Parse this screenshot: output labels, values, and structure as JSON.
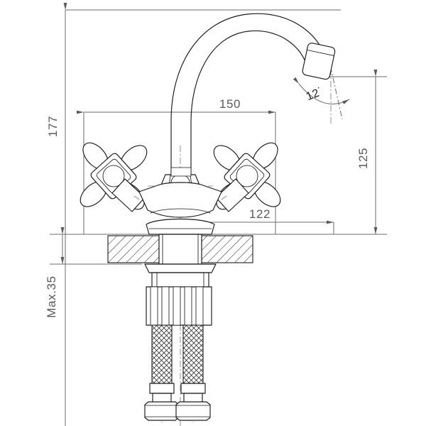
{
  "drawing": {
    "title": "Two-handle swan-neck basin mixer tap dimensioned drawing",
    "type": "engineering-dimension-drawing",
    "projection": "front elevation section",
    "units": "mm",
    "background_color": "#ffffff",
    "object_line_color": "#1a1a1a",
    "dimension_line_color": "#6b6b6b",
    "dimension_text_color": "#5a5a5a"
  },
  "dimensions": {
    "overall_height": {
      "value": "177",
      "label": "177",
      "orientation": "vertical",
      "rotated": true,
      "description": "overall height from mounting surface to top of spout"
    },
    "spout_reach": {
      "value": "150",
      "label": "150",
      "orientation": "horizontal",
      "rotated": false,
      "description": "horizontal spout reach"
    },
    "spout_outlet_height": {
      "value": "125",
      "label": "125",
      "orientation": "vertical",
      "rotated": true,
      "description": "height from mounting surface to spout outlet"
    },
    "handle_spread": {
      "value": "122",
      "label": "122",
      "orientation": "horizontal",
      "rotated": false,
      "description": "distance from centre axis to outer reference"
    },
    "outlet_angle": {
      "value": "12",
      "label": "12˙",
      "orientation": "angular",
      "description": "aerator outlet tilt angle"
    },
    "max_deck_thickness": {
      "value": "Max.35",
      "label": "Max.35",
      "orientation": "vertical",
      "rotated": true,
      "description": "maximum mounting deck / countertop thickness"
    }
  },
  "components": [
    {
      "name": "spout",
      "label": "swan-neck spout"
    },
    {
      "name": "aerator",
      "label": "angled aerator outlet"
    },
    {
      "name": "left-handle",
      "label": "left cross handle"
    },
    {
      "name": "right-handle",
      "label": "right cross handle"
    },
    {
      "name": "body",
      "label": "mixer body"
    },
    {
      "name": "base-flange",
      "label": "base flange"
    },
    {
      "name": "deck",
      "label": "hatched countertop section"
    },
    {
      "name": "shank",
      "label": "threaded mounting shank"
    },
    {
      "name": "mounting-nut",
      "label": "mounting nut"
    },
    {
      "name": "flex-hoses",
      "label": "braided flexible hoses"
    },
    {
      "name": "hose-nuts",
      "label": "hex connection nuts"
    }
  ]
}
